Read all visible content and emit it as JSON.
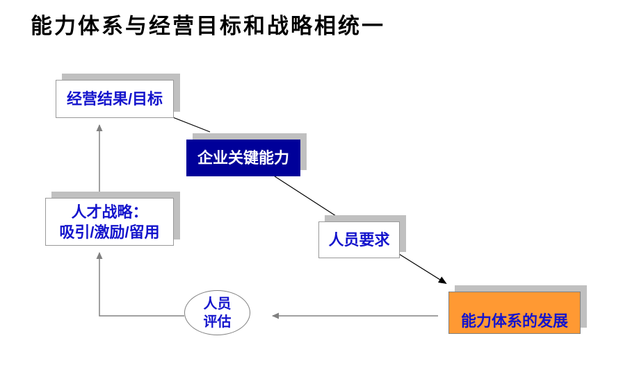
{
  "title": "能力体系与经营目标和战略相统一",
  "nodes": {
    "business_results": {
      "label": "经营结果/目标"
    },
    "key_capability": {
      "label": "企业关键能力"
    },
    "talent_strategy": {
      "line1": "人才战略：",
      "line2": "吸引/激励/留用"
    },
    "people_requirements": {
      "label": "人员要求"
    },
    "capability_development": {
      "label": "能力体系的发展"
    },
    "people_assessment": {
      "line1": "人员",
      "line2": "评估"
    }
  },
  "colors": {
    "blue": "#1414CC",
    "navy": "#000099",
    "orange": "#FF9933",
    "shadow": "#C0C0C0",
    "border": "#999999",
    "arrow": "#808080",
    "black": "#000000"
  }
}
